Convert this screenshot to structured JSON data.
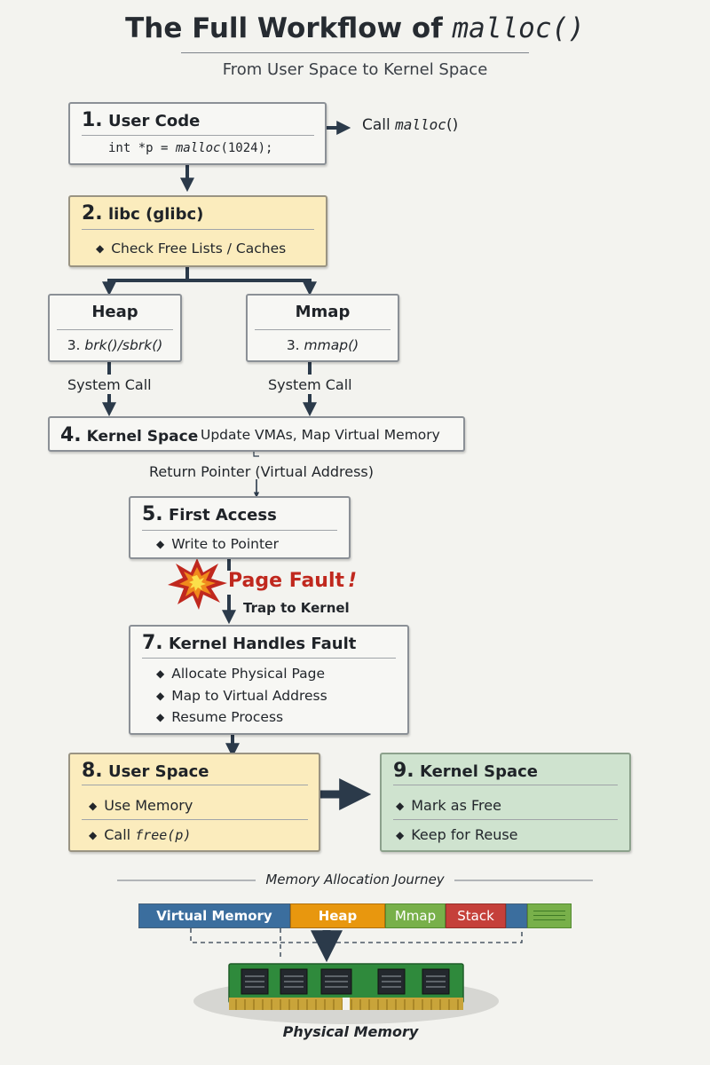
{
  "header": {
    "title_main": "The Full Workflow of",
    "title_fn": "malloc()",
    "subtitle": "From User Space to Kernel Space"
  },
  "step1": {
    "num": "1.",
    "title": "User Code",
    "code_prefix": "int *p = ",
    "code_fn": "malloc",
    "code_suffix": "(1024);",
    "side_prefix": "Call ",
    "side_fn": "malloc",
    "side_suffix": "()"
  },
  "step2": {
    "num": "2.",
    "title": "libc (glibc)",
    "item": "Check Free Lists / Caches"
  },
  "heap": {
    "title": "Heap",
    "num": "3.",
    "call": "brk()/sbrk()",
    "syscall": "System Call"
  },
  "mmap": {
    "title": "Mmap",
    "num": "3.",
    "call": "mmap()",
    "syscall": "System Call"
  },
  "step4": {
    "num": "4.",
    "title": "Kernel Space",
    "desc": "Update VMAs, Map Virtual Memory",
    "return": "Return Pointer (Virtual Address)"
  },
  "step5": {
    "num": "5.",
    "title": "First Access",
    "item": "Write to Pointer"
  },
  "fault": {
    "label": "Page Fault",
    "mark": "!",
    "trap": "Trap to Kernel"
  },
  "step7": {
    "num": "7.",
    "title": "Kernel Handles Fault",
    "items": [
      "Allocate Physical Page",
      "Map to Virtual Address",
      "Resume Process"
    ]
  },
  "step8": {
    "num": "8.",
    "title": "User Space",
    "item1": "Use Memory",
    "item2_prefix": "Call ",
    "item2_fn": "free(p)"
  },
  "step9": {
    "num": "9.",
    "title": "Kernel Space",
    "items": [
      "Mark as Free",
      "Keep for Reuse"
    ]
  },
  "journey": {
    "caption": "Memory Allocation Journey",
    "segments": [
      "Virtual Memory",
      "Heap",
      "Mmap",
      "Stack"
    ],
    "physical": "Physical Memory"
  },
  "colors": {
    "accent_yellow": "#fbecbd",
    "accent_green": "#cfe3cf",
    "arrow": "#2b3a4a",
    "fault_red": "#c0281e",
    "virtual_blue": "#3b6e9e",
    "heap_orange": "#e8970e",
    "mmap_green": "#78b04a",
    "stack_red": "#c5403a",
    "ram_green": "#2f8a3c"
  }
}
